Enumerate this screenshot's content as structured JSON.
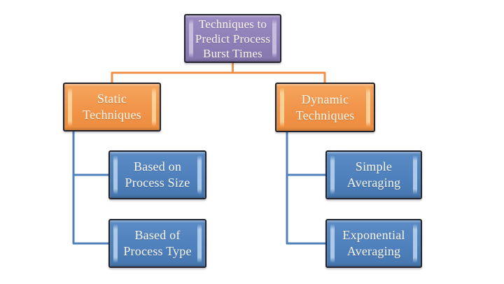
{
  "diagram": {
    "background": "#FFFFFF",
    "nodes": {
      "root": {
        "lines": [
          "Techniques to",
          "Predict Process",
          "Burst Times"
        ]
      },
      "static": {
        "lines": [
          "Static",
          "Techniques"
        ]
      },
      "dynamic": {
        "lines": [
          "Dynamic",
          "Techniques"
        ]
      },
      "based_on_size": {
        "lines": [
          "Based on",
          "Process Size"
        ]
      },
      "based_of_type": {
        "lines": [
          "Based of",
          "Process Type"
        ]
      },
      "simple_avg": {
        "lines": [
          "Simple",
          "Averaging"
        ]
      },
      "exp_avg": {
        "lines": [
          "Exponential",
          "Averaging"
        ]
      }
    },
    "colors": {
      "purple_fill": "#8F7FB8",
      "orange_fill": "#F09449",
      "blue_fill": "#4F81BD",
      "orange_connector": "#F0914A",
      "blue_connector": "#4F81BD",
      "node_border": "#23232B",
      "node_text": "#FAF7EF",
      "purple_highlight": "#CFC6E2",
      "orange_highlight": "#FBD9A3",
      "blue_highlight": "#BCD6EF"
    }
  }
}
